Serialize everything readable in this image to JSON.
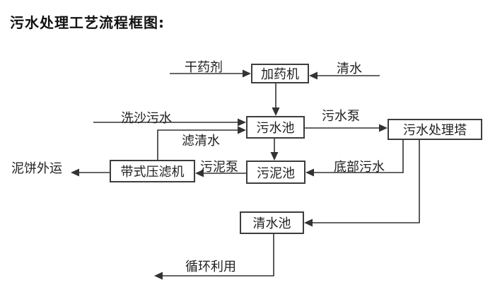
{
  "title": "污水处理工艺流程框图:",
  "diagram": {
    "nodes": {
      "dosing_machine": {
        "label": "加药机"
      },
      "sewage_pool": {
        "label": "污水池"
      },
      "treatment_tower": {
        "label": "污水处理塔"
      },
      "sludge_pool": {
        "label": "污泥池"
      },
      "belt_filter_press": {
        "label": "带式压滤机"
      },
      "clear_water_pool": {
        "label": "清水池"
      }
    },
    "flow_labels": {
      "dry_chemical": "干药剂",
      "clear_water": "清水",
      "sand_washing_sewage": "洗沙污水",
      "filtered_water": "滤清水",
      "sewage_pump": "污水泵",
      "bottom_sewage": "底部污水",
      "sludge_pump": "污泥泵",
      "mud_cake_outbound": "泥饼外运",
      "recycle_use": "循环利用"
    },
    "edges": [
      {
        "from": "干药剂(外部)",
        "to": "加药机",
        "label": "干药剂"
      },
      {
        "from": "清水(外部)",
        "to": "加药机",
        "label": "清水"
      },
      {
        "from": "加药机",
        "to": "污水池",
        "label": ""
      },
      {
        "from": "洗沙污水(外部)",
        "to": "污水池",
        "label": "洗沙污水"
      },
      {
        "from": "带式压滤机",
        "to": "污水池",
        "label": "滤清水"
      },
      {
        "from": "污水池",
        "to": "污水处理塔",
        "label": "污水泵"
      },
      {
        "from": "污水池",
        "to": "污泥池",
        "label": ""
      },
      {
        "from": "污水处理塔",
        "to": "污泥池",
        "label": "底部污水"
      },
      {
        "from": "污泥池",
        "to": "带式压滤机",
        "label": "污泥泵"
      },
      {
        "from": "带式压滤机",
        "to": "泥饼外运",
        "label": "泥饼外运"
      },
      {
        "from": "污水处理塔",
        "to": "清水池",
        "label": ""
      },
      {
        "from": "清水池",
        "to": "循环利用",
        "label": "循环利用"
      }
    ],
    "colors": {
      "line": "#333333",
      "text": "#1f1f1f",
      "box_border": "#3d3d3d",
      "box_fill": "#ffffff",
      "background": "#ffffff"
    }
  }
}
